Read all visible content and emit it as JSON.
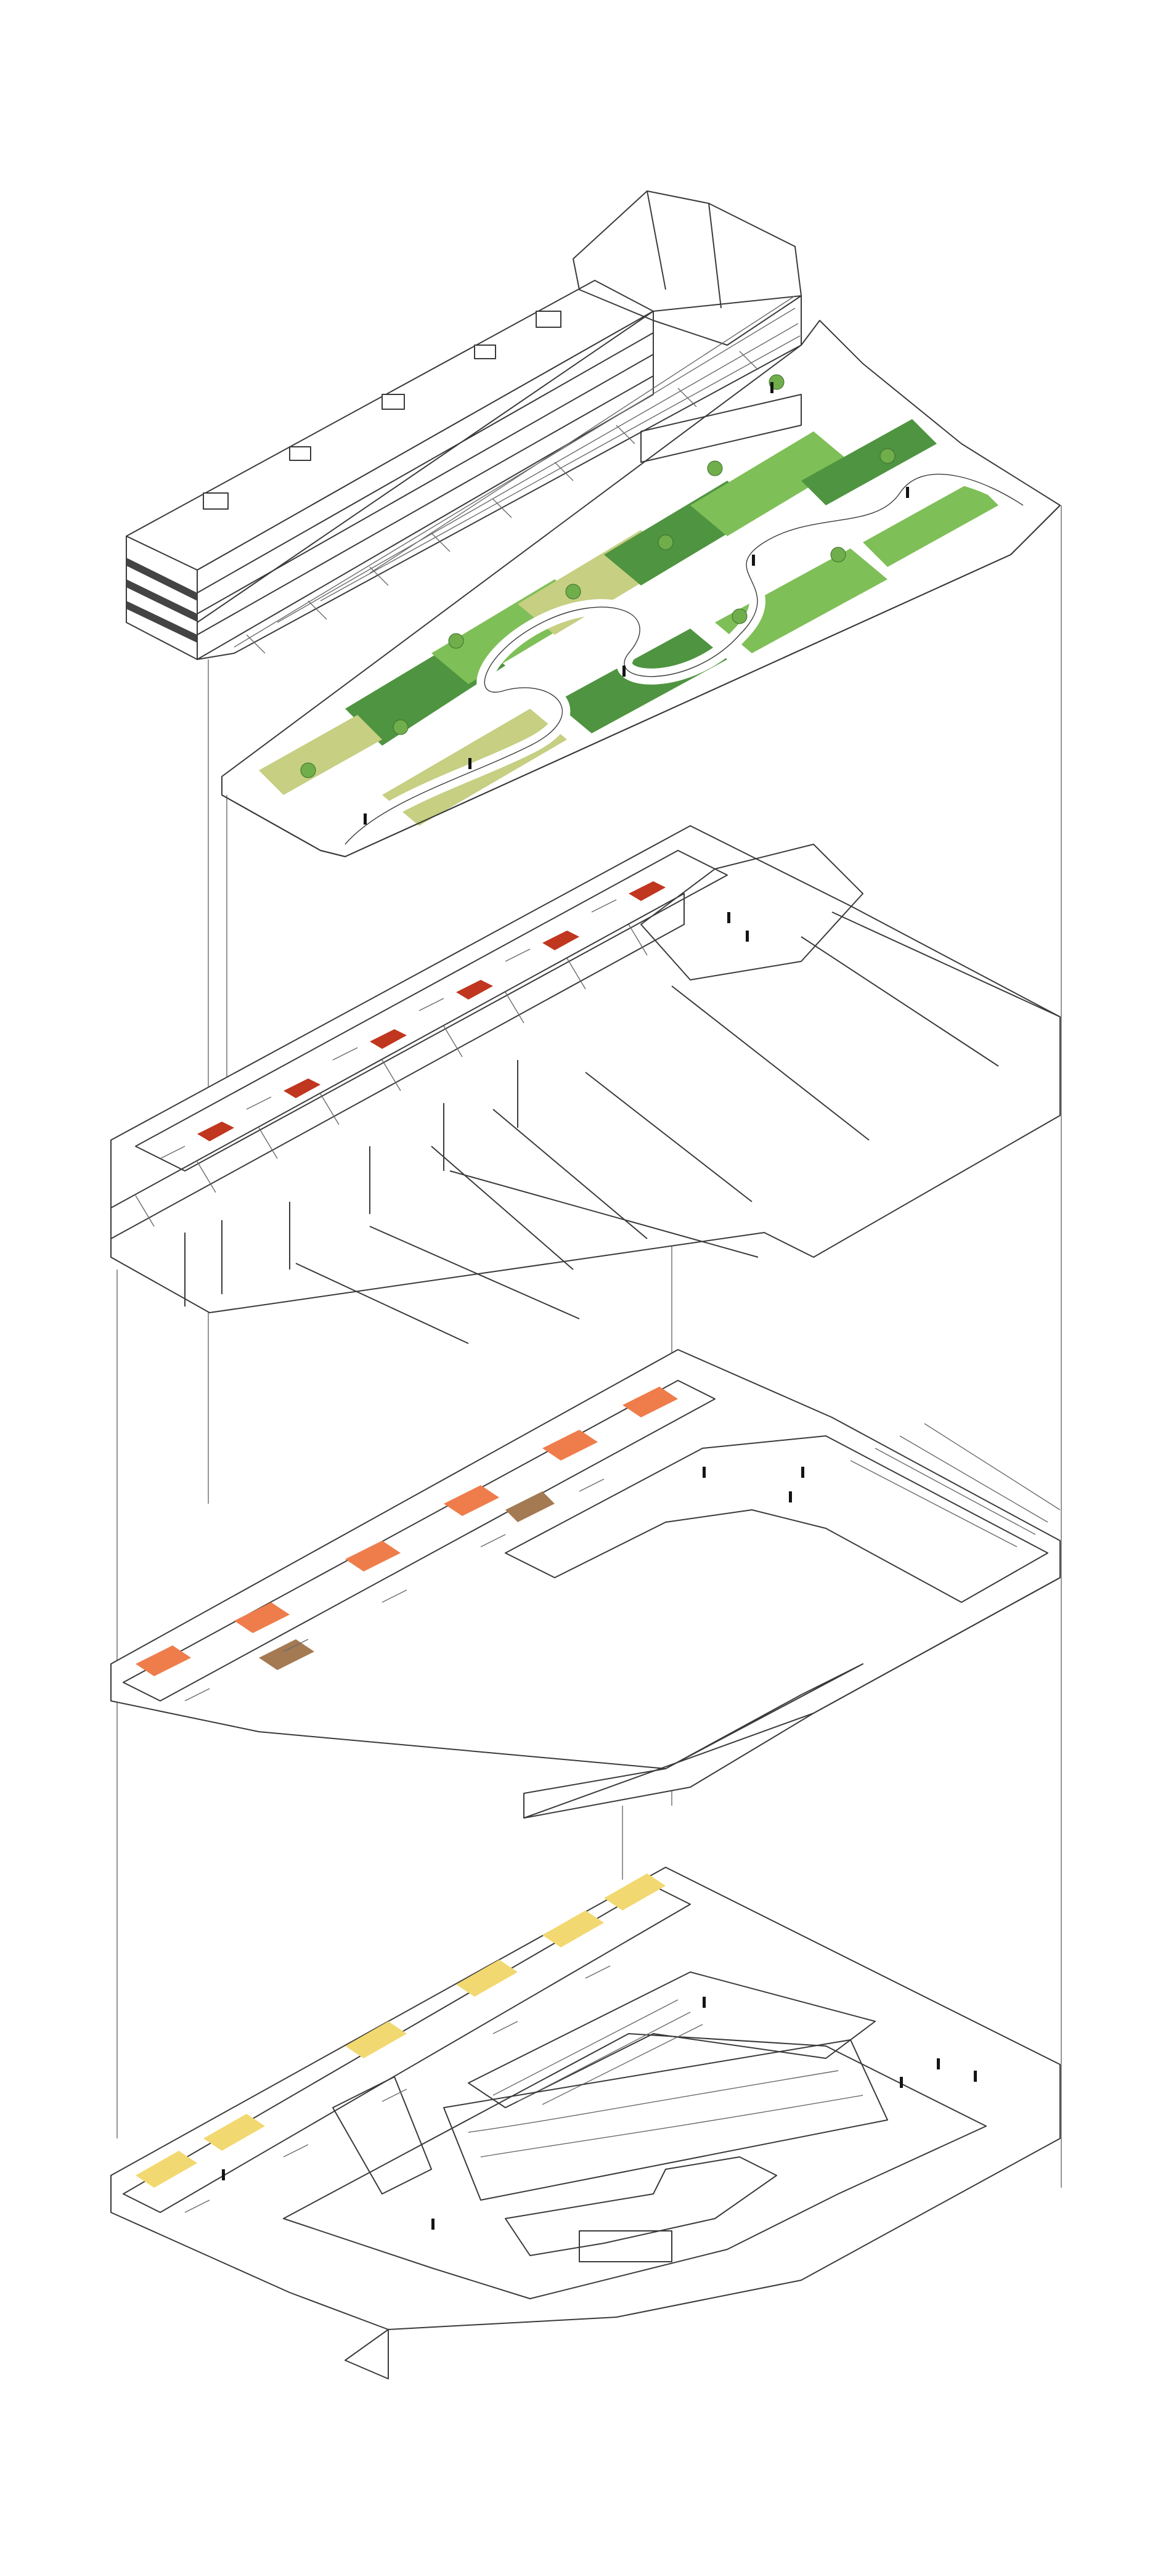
{
  "palette": {
    "green_light": "#a9d177",
    "green_mid": "#7fbf57",
    "green_dark": "#4f9440",
    "green_olive": "#c6cf82",
    "path": "#ffffff",
    "stone": "#cdb894",
    "orange": "#f2a74f",
    "red": "#c0361f",
    "coral": "#ee7d4b",
    "floor_brown": "#a47a52",
    "yellow": "#f2d870",
    "water": "#7fc9e6",
    "water_dark": "#5eb3d8",
    "line": "#3a3a3a"
  },
  "layers": [
    {
      "id": "roof-landscape",
      "description_icons": [
        "tree-icon",
        "person-icon"
      ],
      "zones": [
        "green_light",
        "green_mid",
        "green_dark",
        "green_olive"
      ]
    },
    {
      "id": "upper-floor",
      "zones": [
        "red",
        "orange",
        "stone"
      ]
    },
    {
      "id": "middle-floor",
      "zones": [
        "coral",
        "floor_brown"
      ]
    },
    {
      "id": "ground-floor-pool",
      "zones": [
        "yellow",
        "floor_brown",
        "water"
      ]
    }
  ]
}
